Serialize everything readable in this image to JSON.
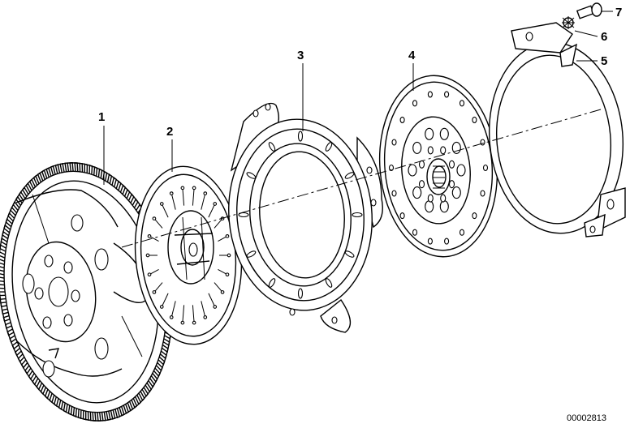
{
  "diagram": {
    "reference_number": "00002813",
    "parts": [
      {
        "number": "1",
        "name": "flywheel"
      },
      {
        "number": "2",
        "name": "clutch-disc"
      },
      {
        "number": "3",
        "name": "pressure-plate"
      },
      {
        "number": "4",
        "name": "flexible-disc"
      },
      {
        "number": "5",
        "name": "ring"
      },
      {
        "number": "6",
        "name": "lock-washer"
      },
      {
        "number": "7",
        "name": "bolt"
      }
    ]
  }
}
